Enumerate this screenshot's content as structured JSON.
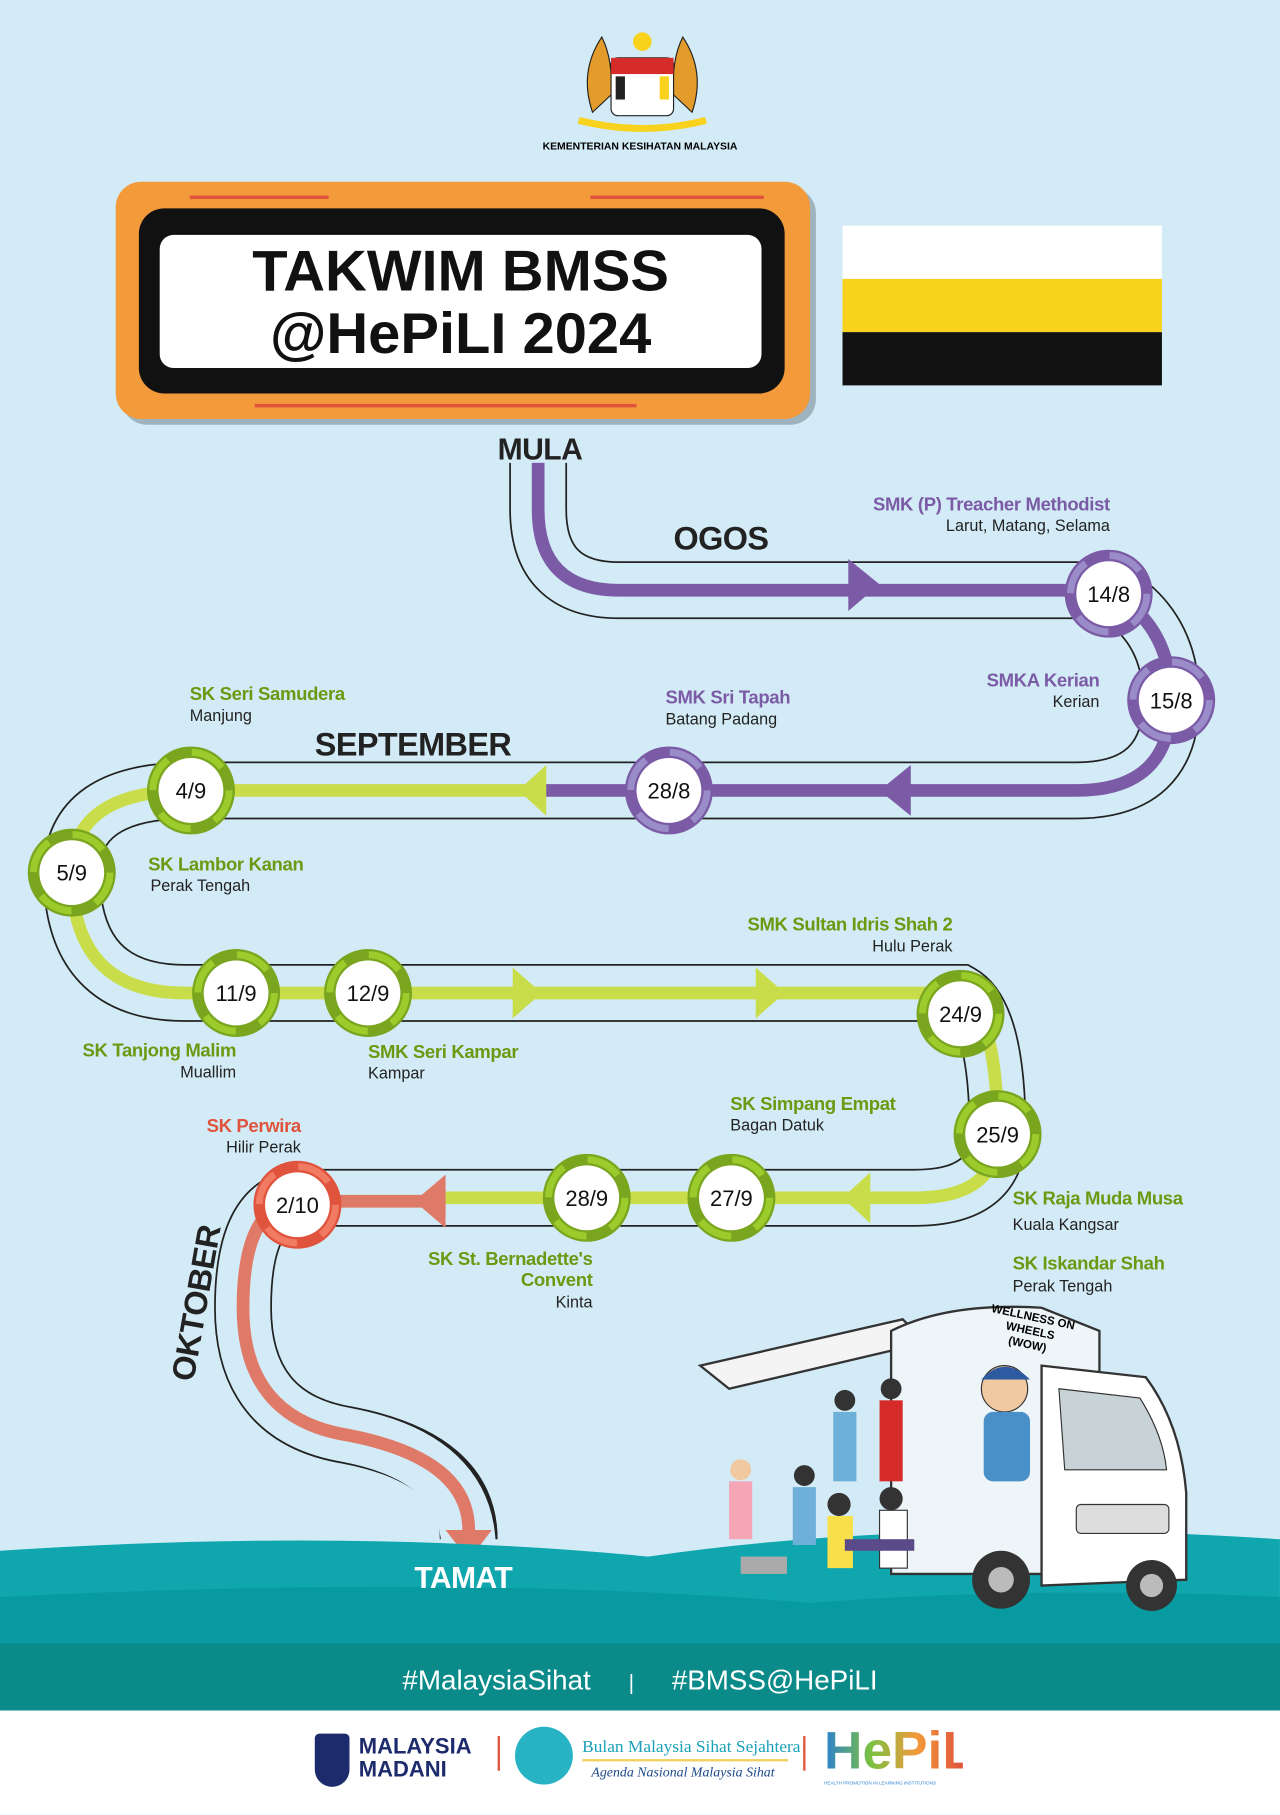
{
  "header": {
    "ministry": "KEMENTERIAN KESIHATAN MALAYSIA",
    "title_line1": "TAKWIM BMSS",
    "title_line2": "@HePiLI 2024"
  },
  "colors": {
    "purple": "#7b5aa6",
    "green": "#c9dd4a",
    "red": "#e07a68",
    "orange": "#f39a3a",
    "teal": "#0b8a8a",
    "flag_yellow": "#f8d21c"
  },
  "route": {
    "start": "MULA",
    "end": "TAMAT"
  },
  "months": {
    "aug": "OGOS",
    "sep": "SEPTEMBER",
    "oct": "OKTOBER"
  },
  "events": [
    {
      "date": "14/8",
      "school": "SMK (P) Treacher Methodist",
      "district": "Larut, Matang, Selama"
    },
    {
      "date": "15/8",
      "school": "SMKA Kerian",
      "district": "Kerian"
    },
    {
      "date": "28/8",
      "school": "SMK Sri Tapah",
      "district": "Batang Padang"
    },
    {
      "date": "4/9",
      "school": "SK Seri Samudera",
      "district": "Manjung"
    },
    {
      "date": "5/9",
      "school": "SK Lambor Kanan",
      "district": "Perak Tengah"
    },
    {
      "date": "11/9",
      "school": "SK Tanjong Malim",
      "district": "Muallim"
    },
    {
      "date": "12/9",
      "school": "SMK Seri Kampar",
      "district": "Kampar"
    },
    {
      "date": "24/9",
      "school": "SMK Sultan Idris Shah 2",
      "district": "Hulu Perak"
    },
    {
      "date": "25/9",
      "school": "SK Raja Muda Musa",
      "district": "Kuala Kangsar",
      "school2": "SK Iskandar Shah",
      "district2": "Perak Tengah"
    },
    {
      "date": "27/9",
      "school": "SK Simpang Empat",
      "district": "Bagan Datuk"
    },
    {
      "date": "28/9",
      "school": "SK St. Bernadette's Convent",
      "district": "Kinta"
    },
    {
      "date": "2/10",
      "school": "SK Perwira",
      "district": "Hilir Perak"
    }
  ],
  "truck": {
    "title": "WELLNESS ON WHEELS",
    "subtitle": "(WOW)"
  },
  "footer": {
    "hashtag1": "#MalaysiaSihat",
    "hashtag2": "#BMSS@HePiLI",
    "logo1_line1": "MALAYSIA",
    "logo1_line2": "MADANI",
    "logo2_line1": "Bulan Malaysia Sihat Sejahtera",
    "logo2_line2": "Agenda Nasional Malaysia Sihat",
    "logo3": "HePiLI",
    "logo3_sub": "HEALTH PROMOTION IN LEARNING INSTITUTIONS"
  }
}
